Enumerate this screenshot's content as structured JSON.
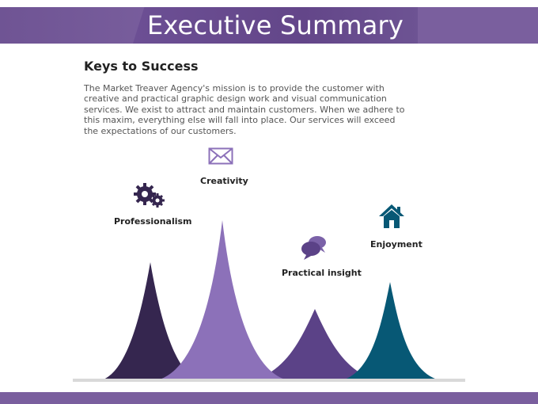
{
  "header": {
    "title": "Executive Summary"
  },
  "section": {
    "title": "Keys to Success",
    "body": "The Market Treaver Agency's mission is to provide the customer with creative and practical graphic design work and visual communication services.  We exist to attract and maintain customers. When we adhere to this maxim, everything else will fall into place.  Our services will exceed the expectations of our customers."
  },
  "keys": [
    {
      "label": "Professionalism",
      "icon": "gears-icon",
      "color": "#35264f"
    },
    {
      "label": "Creativity",
      "icon": "envelope-icon",
      "color": "#8c71b9"
    },
    {
      "label": "Practical insight",
      "icon": "speech-bubbles-icon",
      "color": "#5b4287"
    },
    {
      "label": "Enjoyment",
      "icon": "home-icon",
      "color": "#075875"
    }
  ]
}
